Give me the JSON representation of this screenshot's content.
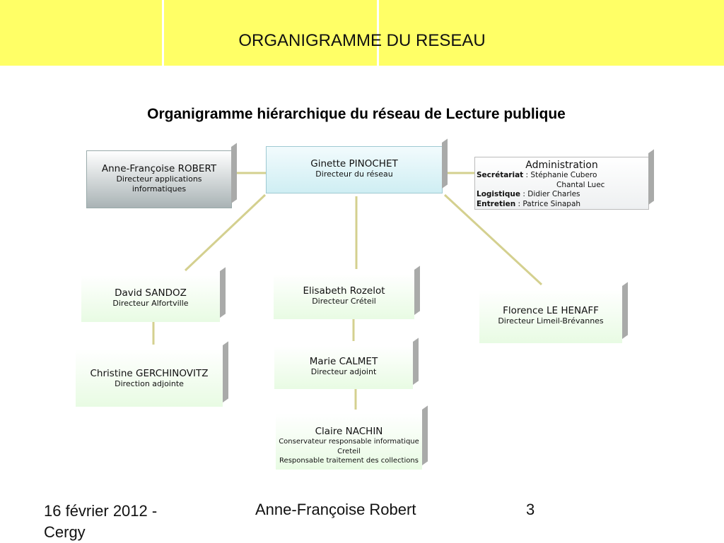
{
  "slide": {
    "title": "ORGANIGRAMME DU RESEAU",
    "subtitle": "Organigramme hiérarchique du réseau de Lecture publique",
    "colors": {
      "banner": "#ffff66",
      "connector": "#d4d08f"
    }
  },
  "nodes": {
    "robert": {
      "name": "Anne-Françoise ROBERT",
      "role1": "Directeur applications",
      "role2": "informatiques"
    },
    "pinochet": {
      "name": "Ginette PINOCHET",
      "role": "Directeur du réseau"
    },
    "admin": {
      "title": "Administration",
      "secretariat_label": "Secrétariat",
      "secretariat_value": "Stéphanie Cubero",
      "secretariat_value2": "Chantal Luec",
      "logistique_label": "Logistique",
      "logistique_value": "Didier Charles",
      "entretien_label": "Entretien",
      "entretien_value": "Patrice Sinapah"
    },
    "sandoz": {
      "name": "David SANDOZ",
      "role": "Directeur Alfortville"
    },
    "gerchinovitz": {
      "name": "Christine GERCHINOVITZ",
      "role": "Direction adjointe"
    },
    "rozelot": {
      "name": "Elisabeth Rozelot",
      "role": "Directeur Créteil"
    },
    "calmet": {
      "name": "Marie CALMET",
      "role": "Directeur adjoint"
    },
    "nachin": {
      "name": "Claire NACHIN",
      "role1": "Conservateur responsable informatique",
      "role2": "Creteil",
      "role3": "Responsable traitement des collections"
    },
    "henaff": {
      "name": "Florence LE HENAFF",
      "role": "Directeur Limeil-Brévannes"
    }
  },
  "footer": {
    "date_line1": "16 février 2012 -",
    "date_line2": "Cergy",
    "author": "Anne-Françoise Robert",
    "page": "3"
  }
}
